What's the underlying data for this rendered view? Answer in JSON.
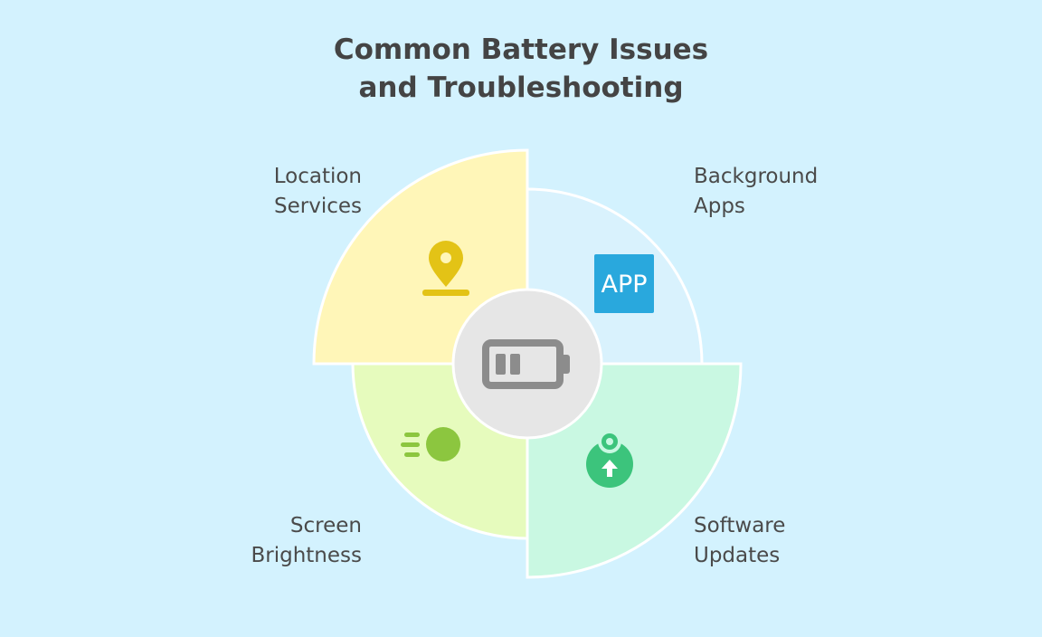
{
  "title": {
    "line1": "Common Battery Issues",
    "line2": "and Troubleshooting"
  },
  "center": {
    "icon": "battery-low-icon",
    "fill_color": "#e6e6e6",
    "icon_color": "#8c8c8c"
  },
  "segments": [
    {
      "id": "location-services",
      "label_line1": "Location",
      "label_line2": "Services",
      "icon": "map-pin-icon",
      "fill_color": "#fff6b8",
      "icon_color": "#e3c316"
    },
    {
      "id": "background-apps",
      "label_line1": "Background",
      "label_line2": "Apps",
      "icon": "app-icon",
      "icon_text": "APP",
      "fill_color": "#d9f2fd",
      "icon_color": "#29a8dd"
    },
    {
      "id": "screen-brightness",
      "label_line1": "Screen",
      "label_line2": "Brightness",
      "icon": "brightness-icon",
      "fill_color": "#e6fbbd",
      "icon_color": "#8cc63f"
    },
    {
      "id": "software-updates",
      "label_line1": "Software",
      "label_line2": "Updates",
      "icon": "update-icon",
      "fill_color": "#c9f8e2",
      "icon_color": "#3cc47c"
    }
  ]
}
